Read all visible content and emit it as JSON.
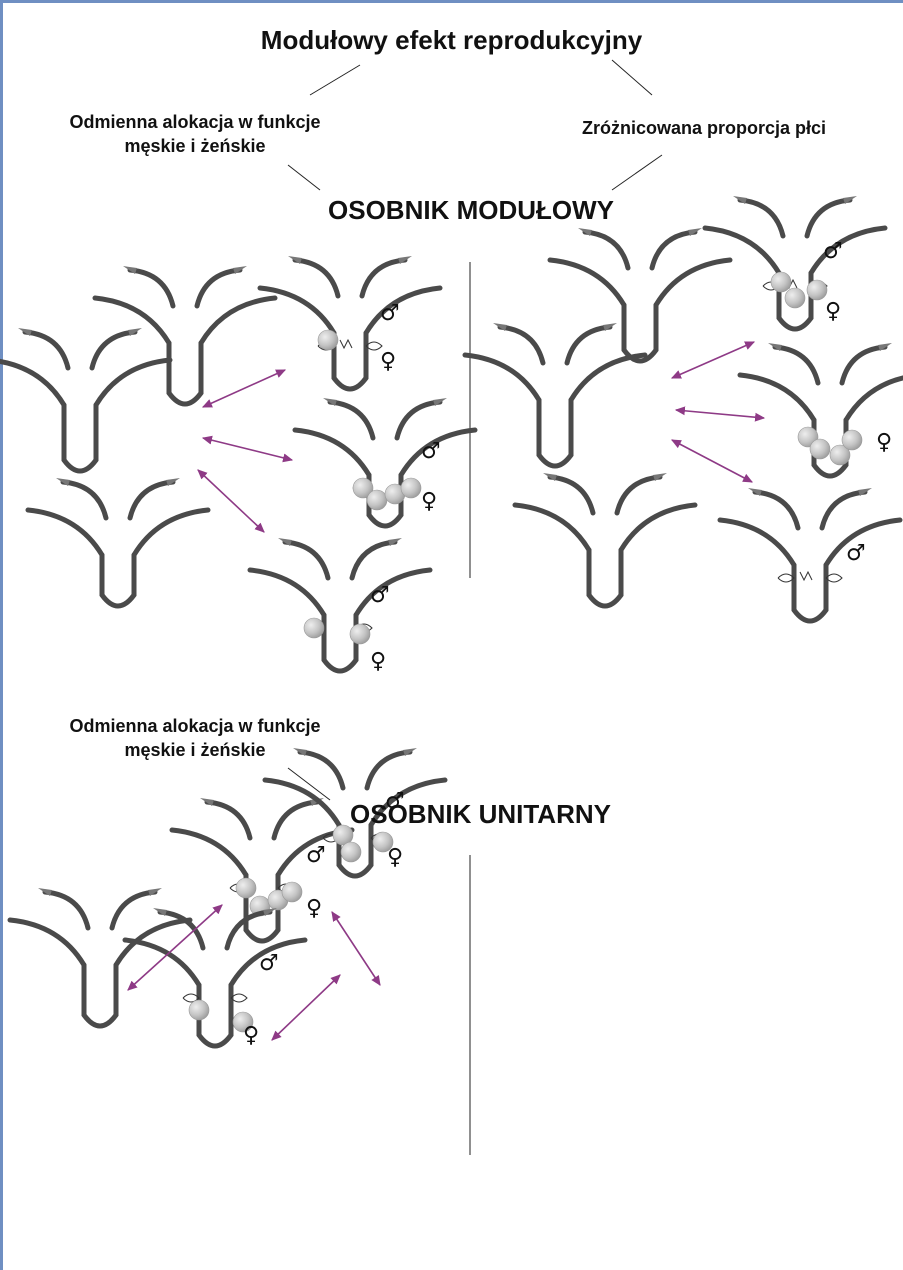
{
  "title": "Modułowy efekt reprodukcyjny",
  "branch_left": {
    "line1": "Odmienna alokacja w funkcje",
    "line2": "męskie i żeńskie"
  },
  "branch_right": "Zróżnicowana  proporcja płci",
  "section_modular": "OSOBNIK MODUŁOWY",
  "section_unitary": {
    "label_line1": "Odmienna alokacja w funkcje",
    "label_line2": "męskie i żeńskie",
    "heading": "OSOBNIK UNITARNY"
  },
  "symbols": {
    "male": "♂",
    "female": "♀"
  },
  "colors": {
    "stroke": "#4a4a4a",
    "arrow": "#8e3a86",
    "frame": "#6f8fc2",
    "ovary": "#bdbdbd"
  }
}
